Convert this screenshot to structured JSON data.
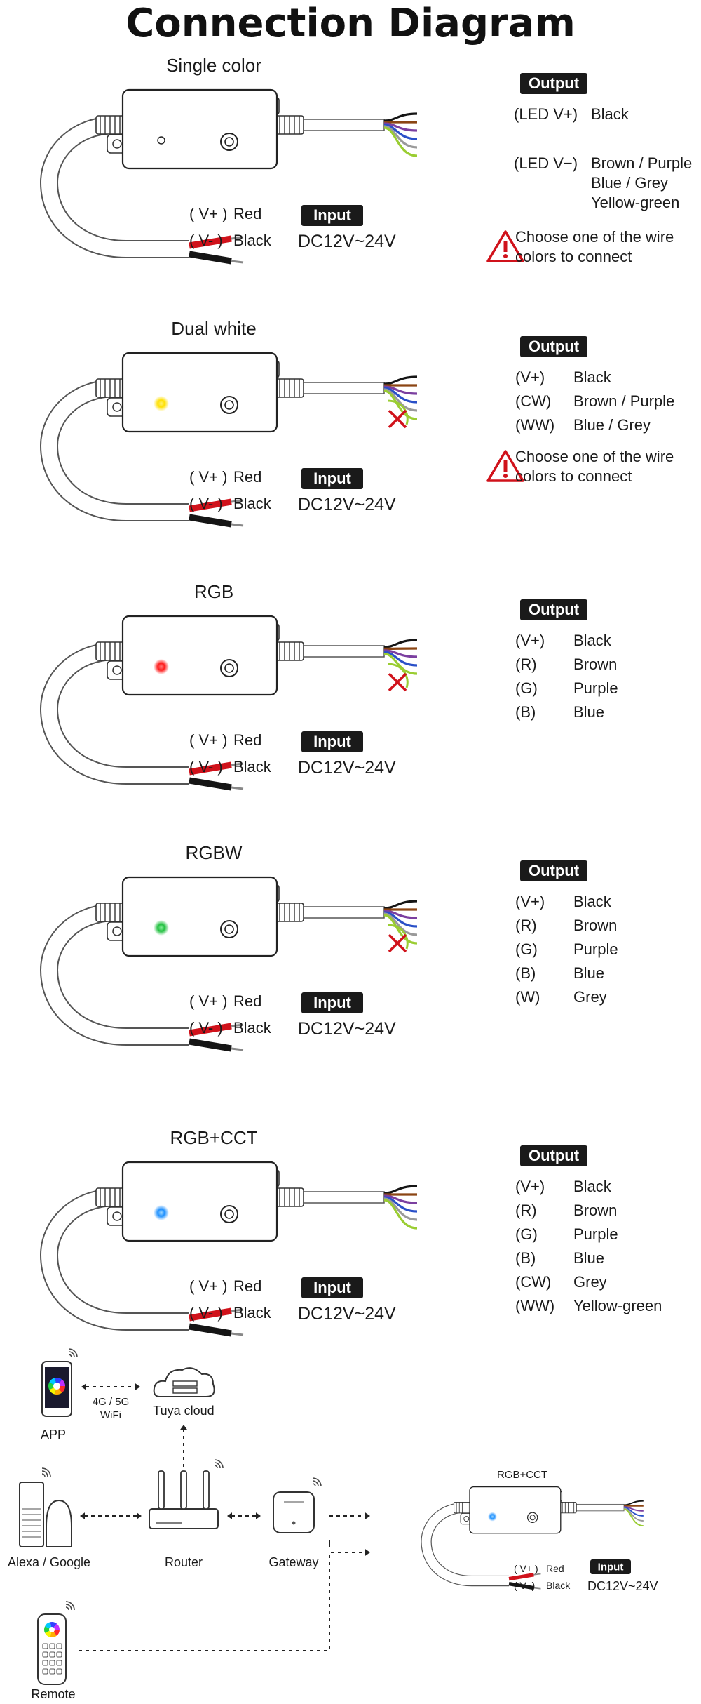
{
  "title": "Connection Diagram",
  "colors": {
    "red_wire": "#d0121b",
    "black_wire": "#151515",
    "brown_wire": "#8b4513",
    "purple_wire": "#7b3fa0",
    "blue_wire": "#2a50c8",
    "grey_wire": "#9a9a9a",
    "yellow_green_wire": "#9acd32",
    "warning_red": "#d0121b",
    "led_yellow": "#ffe000",
    "led_red": "#ff1a1a",
    "led_green": "#22c040",
    "led_blue": "#1e90ff"
  },
  "common": {
    "input_badge": "Input",
    "output_badge": "Output",
    "v_plus": "( V+ )",
    "v_minus": "( V- )",
    "red": "Red",
    "black": "Black",
    "voltage": "DC12V~24V",
    "warning_line1": "Choose one of the wire",
    "warning_line2": "colors to connect",
    "warning_icon": "warning-triangle-icon"
  },
  "sections": [
    {
      "id": "single",
      "title": "Single color",
      "led_color": "none",
      "outputs": [
        {
          "code": "(LED V+)",
          "color": "Black"
        },
        {
          "code": "(LED V−)",
          "color": "Brown / Purple"
        },
        {
          "code": "",
          "color": "Blue / Grey"
        },
        {
          "code": "",
          "color": "Yellow-green"
        }
      ],
      "warning": true
    },
    {
      "id": "dual",
      "title": "Dual white",
      "led_color": "yellow",
      "outputs": [
        {
          "code": "(V+)",
          "color": "Black"
        },
        {
          "code": "(CW)",
          "color": "Brown / Purple"
        },
        {
          "code": "(WW)",
          "color": "Blue / Grey"
        }
      ],
      "warning": true
    },
    {
      "id": "rgb",
      "title": "RGB",
      "led_color": "red",
      "outputs": [
        {
          "code": "(V+)",
          "color": "Black"
        },
        {
          "code": "(R)",
          "color": "Brown"
        },
        {
          "code": "(G)",
          "color": "Purple"
        },
        {
          "code": "(B)",
          "color": "Blue"
        }
      ],
      "warning": false
    },
    {
      "id": "rgbw",
      "title": "RGBW",
      "led_color": "green",
      "outputs": [
        {
          "code": "(V+)",
          "color": "Black"
        },
        {
          "code": "(R)",
          "color": "Brown"
        },
        {
          "code": "(G)",
          "color": "Purple"
        },
        {
          "code": "(B)",
          "color": "Blue"
        },
        {
          "code": "(W)",
          "color": "Grey"
        }
      ],
      "warning": false
    },
    {
      "id": "rgbcct",
      "title": "RGB+CCT",
      "led_color": "blue",
      "outputs": [
        {
          "code": "(V+)",
          "color": "Black"
        },
        {
          "code": "(R)",
          "color": "Brown"
        },
        {
          "code": "(G)",
          "color": "Purple"
        },
        {
          "code": "(B)",
          "color": "Blue"
        },
        {
          "code": "(CW)",
          "color": "Grey"
        },
        {
          "code": "(WW)",
          "color": "Yellow-green"
        }
      ],
      "warning": false
    }
  ],
  "network": {
    "app": "APP",
    "link_label_1": "4G / 5G",
    "link_label_2": "WiFi",
    "cloud": "Tuya  cloud",
    "alexa": "Alexa / Google",
    "router": "Router",
    "gateway": "Gateway",
    "remote": "Remote",
    "mini_title": "RGB+CCT",
    "mini_v_plus": "( V+ )",
    "mini_v_minus": "( V- )",
    "mini_red": "Red",
    "mini_black": "Black",
    "mini_input": "Input",
    "mini_voltage": "DC12V~24V"
  }
}
